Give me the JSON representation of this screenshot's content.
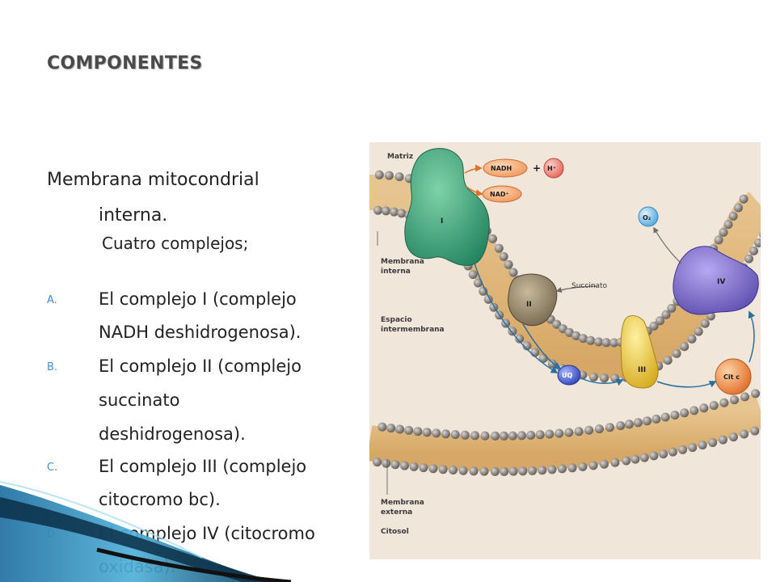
{
  "title": "COMPONENTES",
  "intro": {
    "line1": "Membrana mitocondrial",
    "line2": "interna.",
    "line3": "Cuatro complejos;"
  },
  "items": [
    {
      "marker": "A.",
      "lines": [
        "El complejo I (complejo",
        "NADH deshidrogenosa)."
      ]
    },
    {
      "marker": "B.",
      "lines": [
        "El complejo II (complejo",
        "succinato",
        "deshidrogenosa)."
      ]
    },
    {
      "marker": "C.",
      "lines": [
        "El complejo III (complejo",
        "citocromo bc)."
      ]
    },
    {
      "marker": "D.",
      "lines": [
        "El complejo IV (citocromo",
        "oxidasa)."
      ]
    }
  ],
  "figure": {
    "labels": {
      "matriz": "Matriz",
      "membrana_interna_1": "Membrana",
      "membrana_interna_2": "interna",
      "espacio_1": "Espacio",
      "espacio_2": "intermembrana",
      "membrana_externa_1": "Membrana",
      "membrana_externa_2": "externa",
      "citosol": "Citosol",
      "succinato": "Succinato",
      "nadh": "NADH",
      "plus": "+",
      "h_plus": "H⁺",
      "nad_plus": "NAD⁺",
      "o2": "O₂",
      "uq": "UQ",
      "cit_c": "Cit c"
    },
    "complexes": {
      "c1": "I",
      "c2": "II",
      "c3": "III",
      "c4": "IV"
    },
    "colors": {
      "complex_I": "#2f9a74",
      "complex_II": "#7d6f55",
      "complex_III": "#e6c422",
      "complex_IV": "#6e5fbf",
      "uq": "#4a5ed0",
      "cit_c": "#e8803a",
      "o2": "#5bb1e6",
      "nadh_oval": "#f4a26a",
      "h_plus": "#f08f85",
      "membrane_heads": "#8e8884",
      "membrane_tails": "#e3bd85",
      "background": "#f0e6da",
      "arrow_blue": "#2a6fa0"
    }
  }
}
